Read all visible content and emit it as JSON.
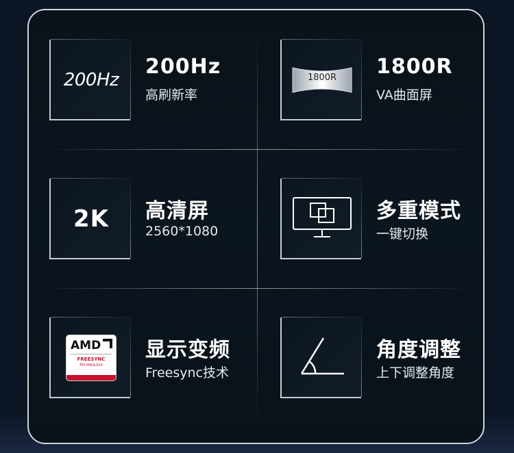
{
  "features": [
    {
      "icon_text": "200Hz",
      "title": "200Hz",
      "subtitle": "高刷新率",
      "icon": "refresh-rate-icon"
    },
    {
      "icon_text": "1800R",
      "title": "1800R",
      "subtitle": "VA曲面屏",
      "icon": "curved-screen-icon"
    },
    {
      "icon_text": "2K",
      "title": "高清屏",
      "subtitle": "2560*1080",
      "icon": "resolution-icon"
    },
    {
      "icon_text": "",
      "title": "多重模式",
      "subtitle": "一键切换",
      "icon": "multi-window-monitor-icon"
    },
    {
      "icon_text": "AMD",
      "icon_text_2": "FREESYNC",
      "icon_text_3": "TECHNOLOGY",
      "title": "显示变频",
      "subtitle": "Freesync技术",
      "icon": "amd-freesync-logo"
    },
    {
      "icon_text": "",
      "title": "角度调整",
      "subtitle": "上下调整角度",
      "icon": "tilt-angle-icon"
    }
  ],
  "colors": {
    "background": "#0b1523",
    "panel_border": "#cfd6df",
    "text": "#ffffff",
    "amd_red": "#c8102e"
  }
}
